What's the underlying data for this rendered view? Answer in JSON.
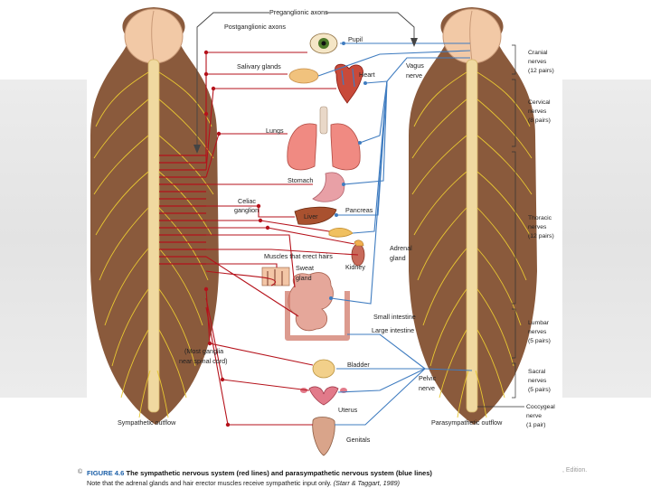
{
  "labels": {
    "preganglionic": "Preganglionic axons",
    "postganglionic": "Postganglionic axons",
    "pupil": "Pupil",
    "salivary": "Salivary glands",
    "vagus_1": "Vagus",
    "vagus_2": "nerve",
    "heart": "Heart",
    "lungs": "Lungs",
    "stomach": "Stomach",
    "celiac_1": "Celiac",
    "celiac_2": "ganglion",
    "pancreas": "Pancreas",
    "liver": "Liver",
    "adrenal_1": "Adrenal",
    "adrenal_2": "gland",
    "muscles_hair": "Muscles that erect hairs",
    "sweat_1": "Sweat",
    "sweat_2": "gland",
    "kidney": "Kidney",
    "small_intestine": "Small intestine",
    "large_intestine": "Large intestine",
    "ganglia_1": "(Most ganglia",
    "ganglia_2": "near spinal cord)",
    "bladder": "Bladder",
    "pelvic_1": "Pelvic",
    "pelvic_2": "nerve",
    "uterus": "Uterus",
    "genitals": "Genitals",
    "sympathetic_outflow": "Sympathetic outflow",
    "parasympathetic_outflow": "Parasympathetic outflow"
  },
  "spinal_regions": [
    {
      "lines": [
        "Cranial",
        "nerves",
        "(12 pairs)"
      ]
    },
    {
      "lines": [
        "Cervical",
        "nerves",
        "(8 pairs)"
      ]
    },
    {
      "lines": [
        "Thoracic",
        "nerves",
        "(12 pairs)"
      ]
    },
    {
      "lines": [
        "Lumbar",
        "nerves",
        "(5 pairs)"
      ]
    },
    {
      "lines": [
        "Sacral",
        "nerves",
        "(5 pairs)"
      ]
    },
    {
      "lines": [
        "Coccygeal",
        "nerve",
        "(1 pair)"
      ]
    }
  ],
  "caption": {
    "copyright": "©",
    "figure": "FIGURE 4.6",
    "title": "The sympathetic nervous system (red lines) and parasympathetic nervous system (blue lines)",
    "note": "Note that the adrenal glands and hair erector muscles receive sympathetic input only.",
    "citation": "(Starr & Taggart, 1989)",
    "edition": ", Edition."
  },
  "colors": {
    "sympathetic": "#b5121b",
    "parasympathetic": "#3f7cc0",
    "body": "#8a5a3c",
    "nerve": "#e8c832",
    "brain": "#f2c9a6",
    "spine": "#f0d9a0"
  }
}
